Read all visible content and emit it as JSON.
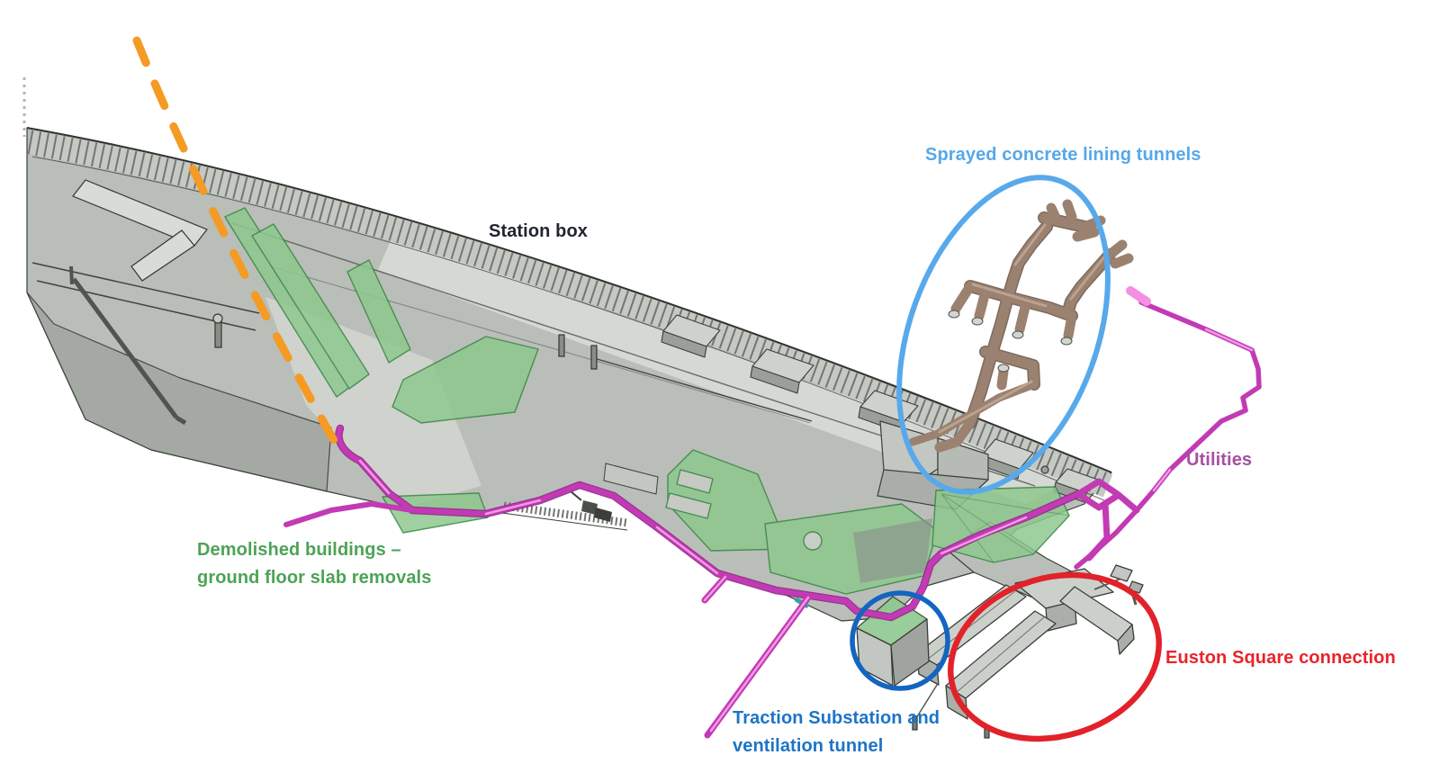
{
  "labels": {
    "station_box": {
      "text": "Station box",
      "color": "#21252e"
    },
    "scl_tunnels": {
      "text": "Sprayed concrete lining tunnels",
      "color": "#56a8ea"
    },
    "utilities": {
      "text": "Utilities",
      "color": "#a7519f"
    },
    "demolished": {
      "line1": "Demolished buildings –",
      "line2": "ground floor slab removals",
      "color": "#4ca355"
    },
    "traction": {
      "line1": "Traction Substation and",
      "line2": "ventilation tunnel",
      "color": "#1c74c6"
    },
    "euston": {
      "text": "Euston Square connection",
      "color": "#e8242b"
    }
  },
  "shapes": {
    "scl_ellipse_color": "#57a9eb",
    "traction_circle_color": "#1366c0",
    "euston_ellipse_color": "#e1222a",
    "demolition_dashed_line_color": "#f59a23",
    "slab_green": "#8ec88e",
    "utilities_magenta": "#c33ab5",
    "tunnel_brown": "#9b8170",
    "structure_gray": "#b9beb8"
  }
}
